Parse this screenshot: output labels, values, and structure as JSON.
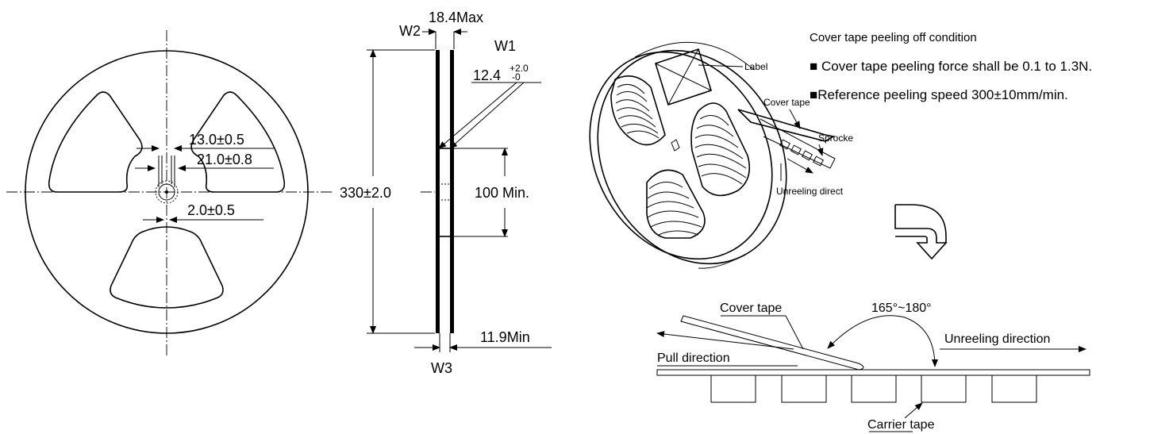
{
  "front_view": {
    "dim_hub_inner": "13.0±0.5",
    "dim_hub_outer": "21.0±0.8",
    "dim_slot": "2.0±0.5"
  },
  "side_view": {
    "label_w2": "W2",
    "dim_width_max": "18.4Max",
    "label_w1": "W1",
    "dim_w1_base": "12.4",
    "dim_w1_upper_tol": "+2.0",
    "dim_w1_lower_tol": "-0",
    "dim_diameter": "330±2.0",
    "dim_hub_min": "100 Min.",
    "dim_w3_min": "11.9Min",
    "label_w3": "W3"
  },
  "perspective_view": {
    "label_label": "Label",
    "label_cover_tape": "Cover tape",
    "label_sprocket": "Sprocke",
    "label_unreeling": "Unreeling direct"
  },
  "peel_conditions": {
    "title": "Cover tape peeling off condition",
    "bullet_1": "■ Cover tape peeling force shall be 0.1 to 1.3N.",
    "bullet_2": "■Reference peeling speed 300±10mm/min."
  },
  "peel_diagram": {
    "label_cover_tape": "Cover tape",
    "label_angle": "165°~180°",
    "label_unreeling": "Unreeling direction",
    "label_pull": "Pull direction",
    "label_carrier_tape": "Carrier tape"
  }
}
